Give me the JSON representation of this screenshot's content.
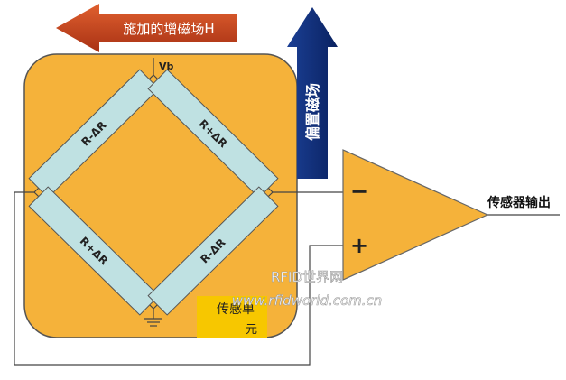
{
  "applied_field": {
    "label": "施加的增磁场H"
  },
  "bias_field": {
    "label": "偏置磁场"
  },
  "supply": {
    "label": "Vb"
  },
  "resistors": [
    {
      "label": "R-ΔR"
    },
    {
      "label": "R+ΔR"
    },
    {
      "label": "R+ΔR"
    },
    {
      "label": "R-ΔR"
    }
  ],
  "amplifier": {
    "minus": "−",
    "plus": "+"
  },
  "output": {
    "label": "传感器输出"
  },
  "sensing_unit": {
    "label_line1": "传感单",
    "label_line2": "元"
  },
  "watermark": {
    "line1": "RFID世界网",
    "line2": "www.rfidworld.com.cn"
  },
  "colors": {
    "sensor_box": "#f5b23a",
    "resistor": "#bfe1e2",
    "arrow_red": "#c8431f",
    "arrow_blue": "#0e2e7a",
    "amplifier": "#f5b23a",
    "label_box": "#f7c700"
  }
}
